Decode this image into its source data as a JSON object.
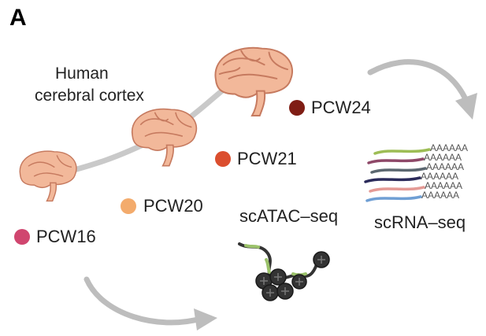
{
  "panel_label": "A",
  "title": {
    "line1": "Human",
    "line2": "cerebral cortex"
  },
  "timepoints": [
    {
      "label": "PCW16",
      "color": "#d0466f"
    },
    {
      "label": "PCW20",
      "color": "#f3ab6c"
    },
    {
      "label": "PCW21",
      "color": "#db4e2e"
    },
    {
      "label": "PCW24",
      "color": "#7f1d14"
    }
  ],
  "methods": {
    "atac": "scATAC–seq",
    "rna": "scRNA–seq"
  },
  "polya": {
    "tail": "AAAAAA",
    "strand_colors": [
      "#9dbd55",
      "#8e4868",
      "#5b6770",
      "#2a2a5a",
      "#e49a95",
      "#6f9fd4"
    ]
  },
  "colors": {
    "brain_fill": "#f2b89a",
    "brain_stroke": "#c67a5f",
    "arrow": "#bdbdbd",
    "chromatin": "#333333",
    "accessible": "#9bc26a"
  }
}
